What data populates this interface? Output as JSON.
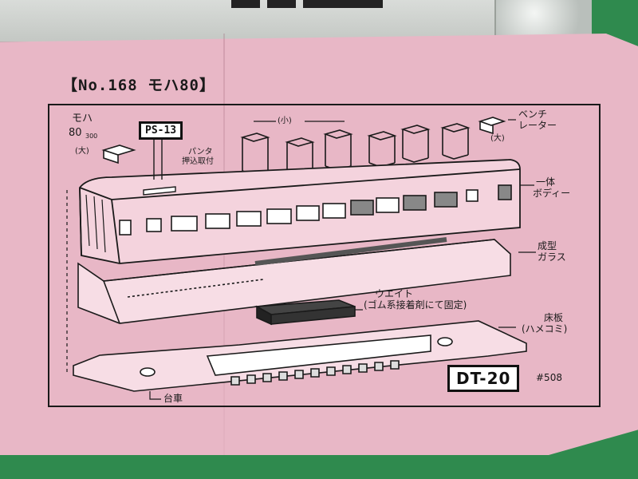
{
  "sheet": {
    "heading": "【No.168 モハ80】",
    "frame_title_a": "モハ",
    "frame_title_b": "80",
    "frame_title_c": "300",
    "label_large_left": "(大)",
    "label_small": "(小)",
    "label_large_right": "(大)",
    "part_ps13": "PS-13",
    "label_panta_1": "パンタ",
    "label_panta_2": "押込取付",
    "label_bench_1": "ベンチ",
    "label_bench_2": "レーター",
    "label_body_1": "一体",
    "label_body_2": "ボディー",
    "label_glass_1": "成型",
    "label_glass_2": "ガラス",
    "label_weight_1": "ウエイト",
    "label_weight_2": "(ゴム系接着剤にて固定)",
    "label_floor_1": "床板",
    "label_floor_2": "(ハメコミ)",
    "part_dt20": "DT-20",
    "part_number": "#508",
    "label_bogie": "台車"
  }
}
